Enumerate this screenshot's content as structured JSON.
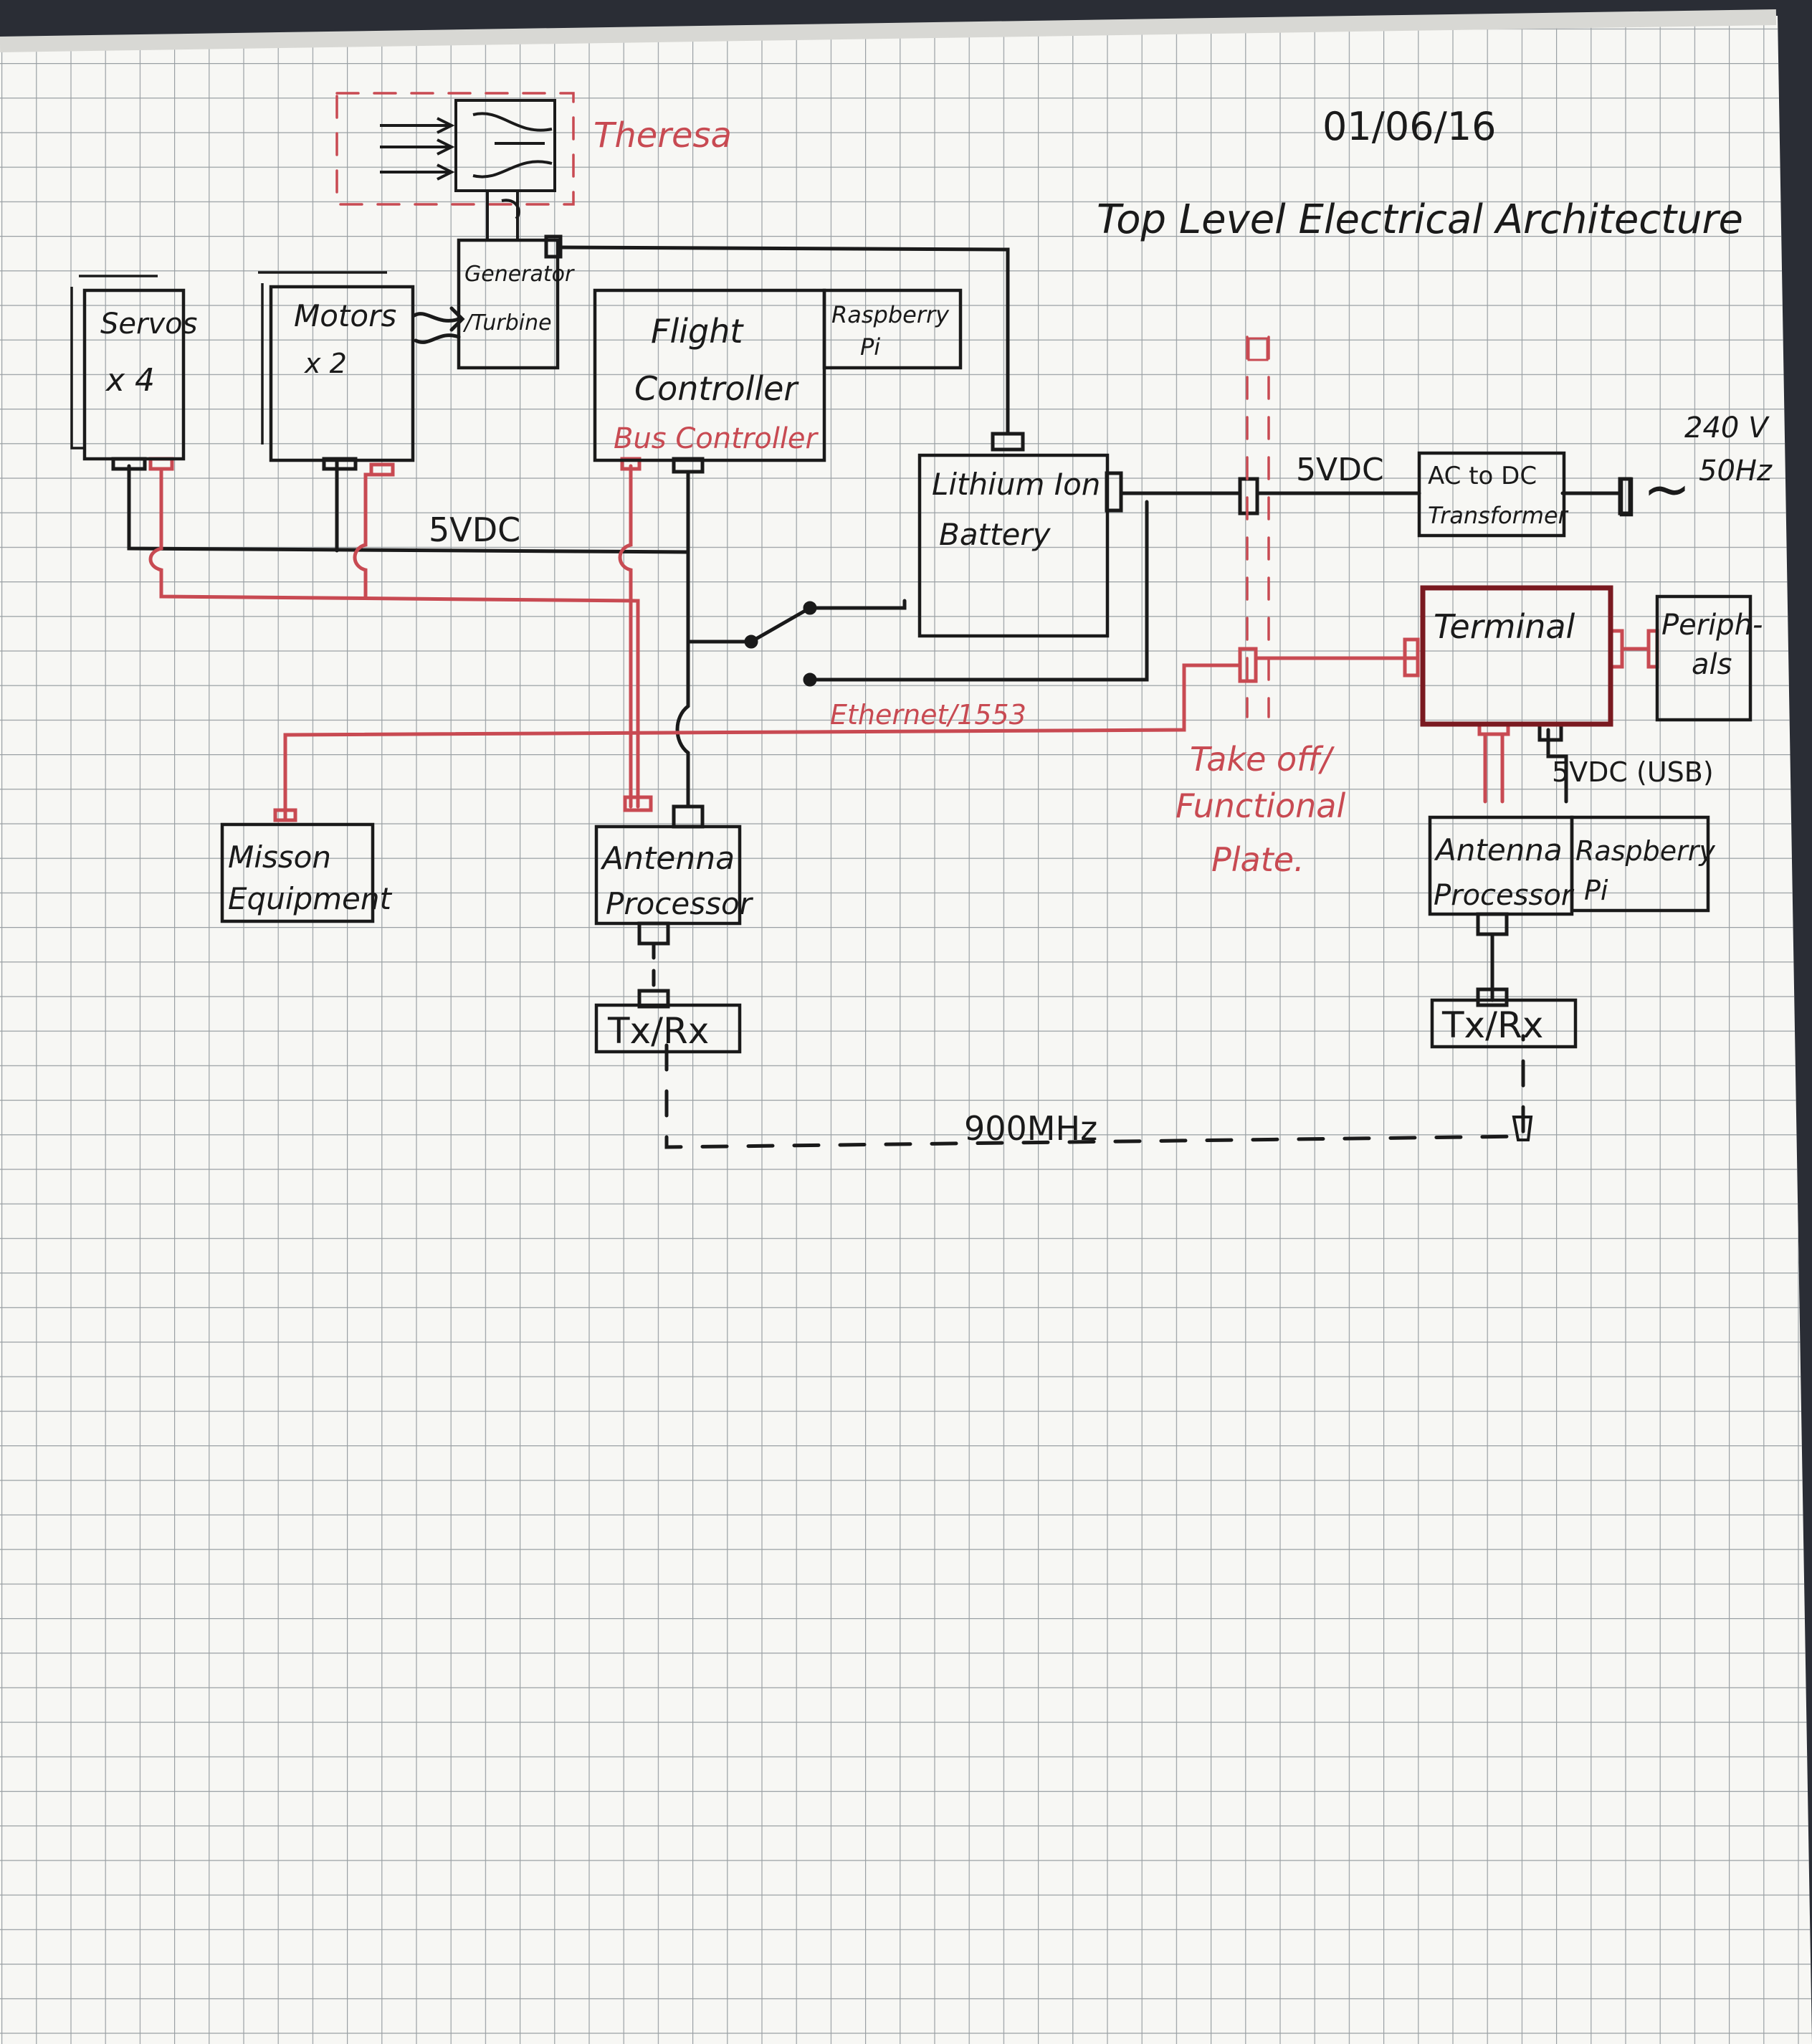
{
  "colors": {
    "paper": "#f7f7f4",
    "grid": "#9aa0a4",
    "ink": "#1a1a1a",
    "red_ink": "#c84a52",
    "background": "#2a2d35"
  },
  "header": {
    "date": "01/06/16",
    "title": "Top Level Electrical Architecture"
  },
  "components": {
    "theresa": "Theresa",
    "generator": [
      "Generator",
      "/Turbine"
    ],
    "servos": [
      "Servos",
      "x 4"
    ],
    "motors": [
      "Motors",
      "x 2"
    ],
    "flight_controller": [
      "Flight",
      "Controller"
    ],
    "bus_controller": "Bus Controller",
    "raspberry_pi_air": [
      "Raspberry",
      "Pi"
    ],
    "battery": [
      "Lithium Ion",
      "Battery"
    ],
    "ac_dc": [
      "AC to DC",
      "Transformer"
    ],
    "mains": [
      "240 V",
      "50Hz"
    ],
    "mains_symbol": "~",
    "terminal": "Terminal",
    "peripherals": [
      "Periph-",
      "als"
    ],
    "mission_equipment": [
      "Misson",
      "Equipment"
    ],
    "antenna_air": [
      "Antenna",
      "Processor"
    ],
    "antenna_ground": [
      "Antenna",
      "Processor"
    ],
    "raspberry_pi_ground": [
      "Raspberry",
      "Pi"
    ],
    "txrx_air": "Tx/Rx",
    "txrx_ground": "Tx/Rx",
    "plate": [
      "Take off/",
      "Functional",
      "Plate."
    ]
  },
  "labels": {
    "bus_5vdc": "5VDC",
    "link_5vdc": "5VDC",
    "usb_5vdc": "5VDC (USB)",
    "ethernet": "Ethernet/1553",
    "radio": "900MHz"
  }
}
